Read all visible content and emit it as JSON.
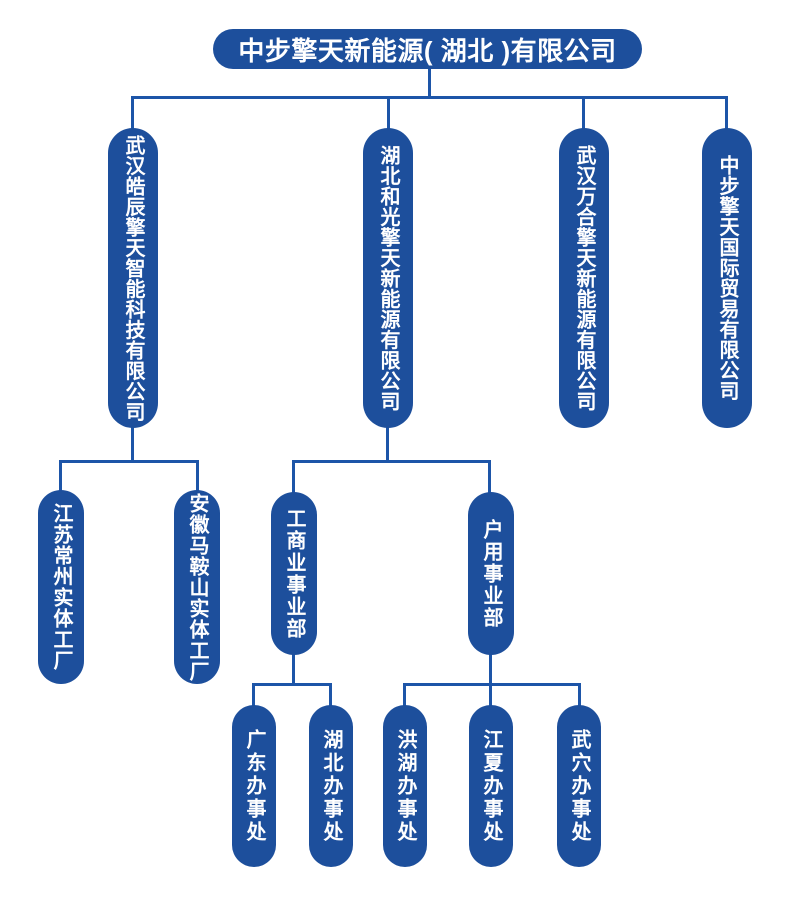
{
  "colors": {
    "pill": "#1d4f9c",
    "line": "#1d55a8",
    "text": "#ffffff",
    "bg": "#ffffff"
  },
  "root": {
    "label": "中步擎天新能源( 湖北 )有限公司"
  },
  "level2": [
    {
      "label": "武汉皓辰擎天智能科技有限公司"
    },
    {
      "label": "湖北和光擎天新能源有限公司"
    },
    {
      "label": "武汉万合擎天新能源有限公司"
    },
    {
      "label": "中步擎天国际贸易有限公司"
    }
  ],
  "factories": [
    {
      "label": "江苏常州实体工厂"
    },
    {
      "label": "安徽马鞍山实体工厂"
    }
  ],
  "divisions": [
    {
      "label": "工商业事业部"
    },
    {
      "label": "户用事业部"
    }
  ],
  "offices_commercial": [
    {
      "label": "广东办事处"
    },
    {
      "label": "湖北办事处"
    }
  ],
  "offices_household": [
    {
      "label": "洪湖办事处"
    },
    {
      "label": "江夏办事处"
    },
    {
      "label": "武穴办事处"
    }
  ]
}
